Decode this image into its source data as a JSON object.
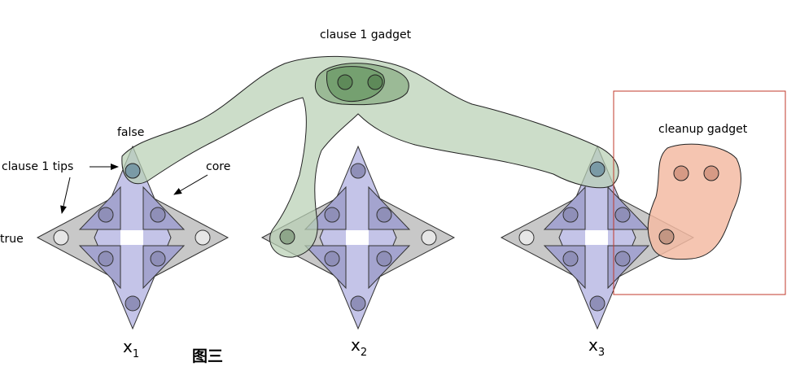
{
  "labels": {
    "clause_gadget": "clause 1 gadget",
    "cleanup_gadget": "cleanup gadget",
    "false_label": "false",
    "clause_tips": "clause 1 tips",
    "core": "core",
    "true_label": "true",
    "figure_caption": "图三"
  },
  "variables": [
    {
      "base": "x",
      "sub": "1"
    },
    {
      "base": "x",
      "sub": "2"
    },
    {
      "base": "x",
      "sub": "3"
    }
  ],
  "colors": {
    "gray_diamond": "#c8c8c8",
    "blue_diamond": "#c4c4e8",
    "blue_triangle": "#a4a4cf",
    "green_blob": "#b8d0b4",
    "green_dark": "#6f9b6a",
    "cleanup_fill": "#f3bba3",
    "cleanup_box": "#c0392b"
  }
}
